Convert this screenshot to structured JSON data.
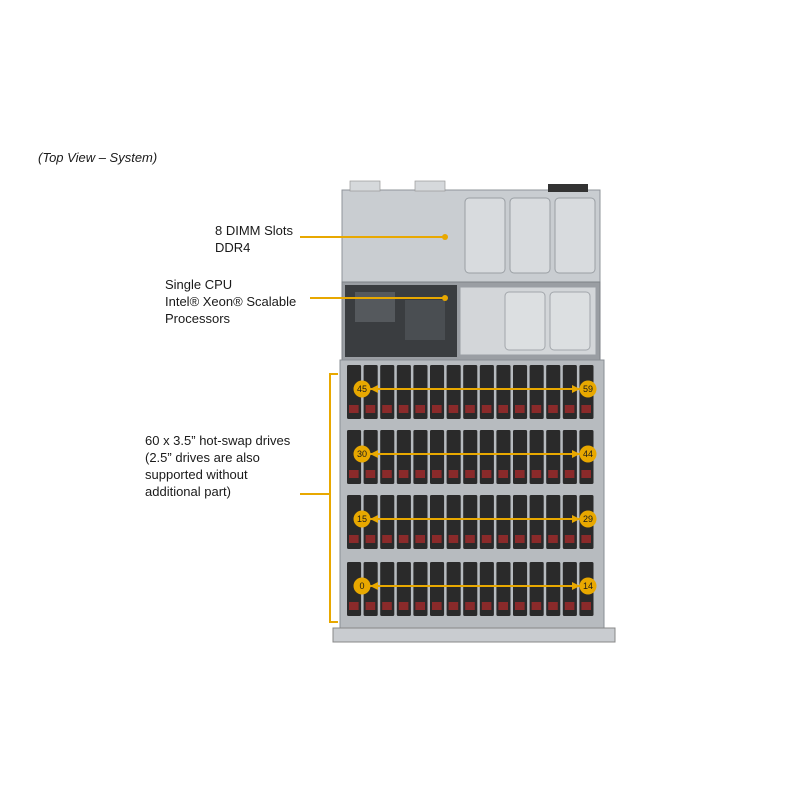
{
  "caption": "(Top View – System)",
  "labels": {
    "dimm": [
      "8 DIMM Slots",
      "DDR4"
    ],
    "cpu": [
      "Single CPU",
      "Intel® Xeon® Scalable",
      "Processors"
    ],
    "drives": [
      "60 x 3.5” hot-swap drives",
      "(2.5” drives are also",
      "supported without",
      "additional part)"
    ]
  },
  "rows": [
    {
      "start": "45",
      "end": "59"
    },
    {
      "start": "30",
      "end": "44"
    },
    {
      "start": "15",
      "end": "29"
    },
    {
      "start": "0",
      "end": "14"
    }
  ],
  "colors": {
    "accent": "#e8a800",
    "drive": "#2a2a2a",
    "led": "#8a2a2a",
    "chassis": "#b8bcc0"
  }
}
